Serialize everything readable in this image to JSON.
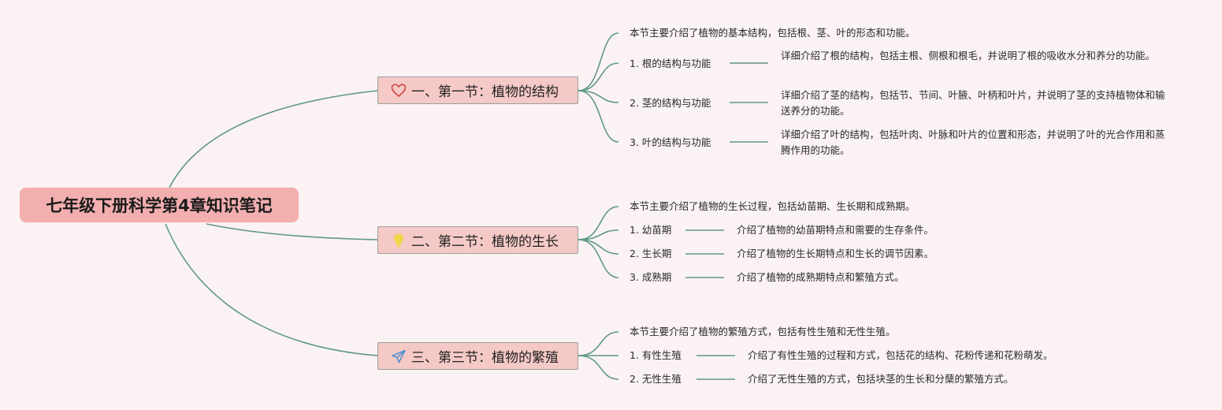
{
  "title": "七年级下册科学第4章知识笔记",
  "colors": {
    "background": "#fbf2f4",
    "root": "#f3aeb0",
    "section": "#f4c9c6",
    "line": "#5e9886"
  },
  "sections": [
    {
      "title": "一、第一节：植物的结构",
      "icon": "heart-icon",
      "summary": "本节主要介绍了植物的基本结构，包括根、茎、叶的形态和功能。",
      "items": [
        {
          "label": "1. 根的结构与功能",
          "desc": "详细介绍了根的结构，包括主根、侧根和根毛，并说明了根的吸收水分和养分的功能。"
        },
        {
          "label": "2. 茎的结构与功能",
          "desc": "详细介绍了茎的结构，包括节、节间、叶腋、叶柄和叶片，并说明了茎的支持植物体和输送养分的功能。"
        },
        {
          "label": "3. 叶的结构与功能",
          "desc": "详细介绍了叶的结构，包括叶肉、叶脉和叶片的位置和形态，并说明了叶的光合作用和蒸腾作用的功能。"
        }
      ]
    },
    {
      "title": "二、第二节：植物的生长",
      "icon": "lightbulb-icon",
      "summary": "本节主要介绍了植物的生长过程，包括幼苗期、生长期和成熟期。",
      "items": [
        {
          "label": "1. 幼苗期",
          "desc": "介绍了植物的幼苗期特点和需要的生存条件。"
        },
        {
          "label": "2. 生长期",
          "desc": "介绍了植物的生长期特点和生长的调节因素。"
        },
        {
          "label": "3. 成熟期",
          "desc": "介绍了植物的成熟期特点和繁殖方式。"
        }
      ]
    },
    {
      "title": "三、第三节：植物的繁殖",
      "icon": "paper-plane-icon",
      "summary": "本节主要介绍了植物的繁殖方式，包括有性生殖和无性生殖。",
      "items": [
        {
          "label": "1. 有性生殖",
          "desc": "介绍了有性生殖的过程和方式，包括花的结构、花粉传递和花粉萌发。"
        },
        {
          "label": "2. 无性生殖",
          "desc": "介绍了无性生殖的方式，包括块茎的生长和分蘖的繁殖方式。"
        }
      ]
    }
  ]
}
